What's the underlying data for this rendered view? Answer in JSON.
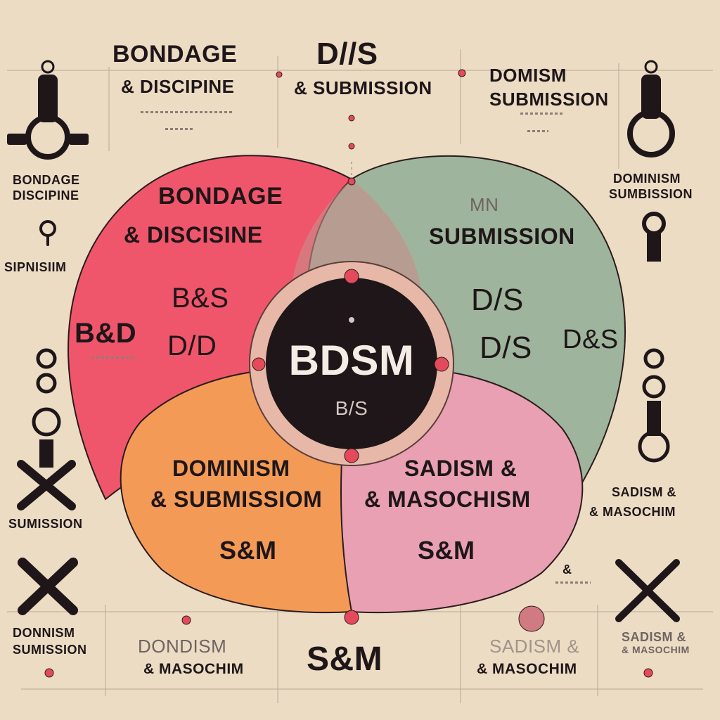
{
  "top": {
    "left_title": "BONDAGE",
    "left_sub": "& DISCIPINE",
    "center_title": "D//S",
    "center_sub": "& SUBMISSION",
    "right_title": "DOMISM",
    "right_sub": "SUBMISSION"
  },
  "side_left": {
    "label1_line1": "BONDAGE",
    "label1_line2": "DISCIPINE",
    "label2_line1": "SIPNISIIM",
    "label3": "SUMISSION",
    "label4_line1": "DONNISM",
    "label4_line2": "SUMISSION"
  },
  "side_right": {
    "label1_line1": "DOMINISM",
    "label1_line2": "SUMBISSION",
    "label2_line1": "SADISM &",
    "label2_line2": "& MASOCHIM",
    "label3_line1": "SADISM &",
    "label3_line2": "& MASOCHIM",
    "small_amp": "&"
  },
  "circles": {
    "red": {
      "title": "BONDAGE",
      "sub": "& DISCISINE",
      "a1": "B&S",
      "a2": "D/D",
      "a3": "B&D"
    },
    "green": {
      "title": "MN",
      "sub": "SUBMISSION",
      "a1": "D/S",
      "a2": "D/S",
      "a3": "D&S"
    },
    "orange": {
      "title": "DOMINISM",
      "sub": "& SUBMISSIOM",
      "a1": "S&M"
    },
    "pink": {
      "title": "SADISM &",
      "sub": "& MASOCHISM",
      "a1": "S&M"
    }
  },
  "center": {
    "title": "BDSM",
    "sub": "B/S"
  },
  "bottom": {
    "left_title": "DONDISM",
    "left_sub": "& MASOCHIM",
    "center": "S&M",
    "right_title": "SADISM &",
    "right_sub": "& MASOCHIM"
  },
  "colors": {
    "background": "#ecdcc4",
    "red": "#f0566b",
    "green": "#9fb49c",
    "orange": "#f49a57",
    "pink": "#e8a0b2",
    "center": "#1e1618",
    "ring": "#e7b8a8",
    "dot": "#e44a5b"
  }
}
